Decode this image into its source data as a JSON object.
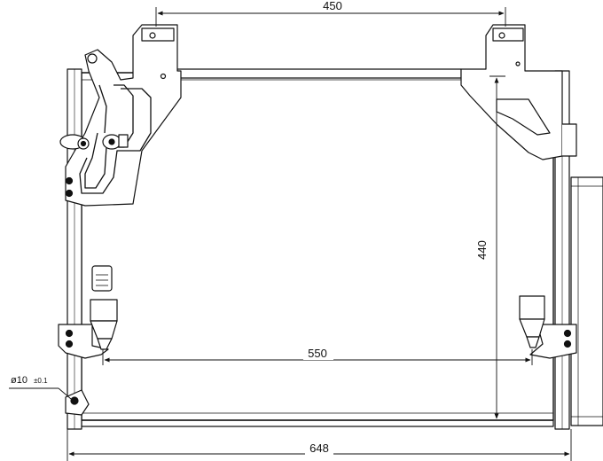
{
  "dimensions": {
    "top_width": "450",
    "height": "440",
    "inner_width": "550",
    "overall_width": "648",
    "hole_diameter": "ø10",
    "hole_tolerance": "±0.1"
  },
  "colors": {
    "line": "#111111",
    "fill": "#ffffff"
  }
}
